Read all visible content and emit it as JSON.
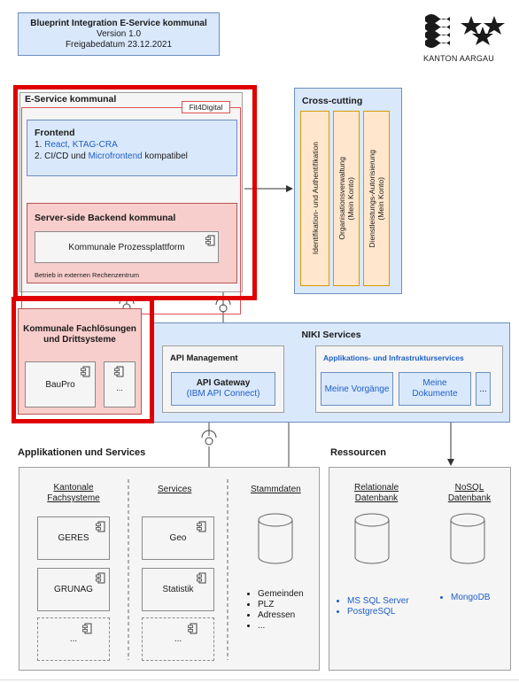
{
  "header": {
    "line1": "Blueprint Integration E-Service kommunal",
    "line2": "Version 1.0",
    "line3": "Freigabedatum 23.12.2021"
  },
  "logo": {
    "text": "KANTON AARGAU"
  },
  "eservice": {
    "title": "E-Service kommunal",
    "badge": "Fit4Digital",
    "frontend_title": "Frontend",
    "frontend_l1_prefix": "1. ",
    "frontend_l1_link": "React, KTAG-CRA",
    "frontend_l2_prefix": "2. CI/CD und ",
    "frontend_l2_link": "Microfrontend",
    "frontend_l2_suffix": " kompatibel",
    "backend_title": "Server-side Backend kommunal",
    "backend_component": "Kommunale Prozessplattform",
    "backend_note": "Betrieb in externen Rechenzentrum"
  },
  "crosscutting": {
    "title": "Cross-cutting",
    "items": [
      "Identifikation- und Authentifikation",
      "Organisationsverwaltung\n(Mein Konto)",
      "Dienstleistungs-Autorisierung\n(Mein Konto)"
    ]
  },
  "fachloesungen": {
    "title": "Kommunale Fachlösungen\nund Drittsysteme",
    "items": [
      "BauPro",
      "..."
    ]
  },
  "niki": {
    "title": "NIKI Services",
    "api_mgmt_title": "API Management",
    "gateway_title": "API Gateway",
    "gateway_sub": "(IBM API Connect)",
    "infra_title": "Applikations- und Infrastrukturservices",
    "infra_items": [
      "Meine Vorgänge",
      "Meine\nDokumente",
      "..."
    ]
  },
  "apps": {
    "section_title": "Applikationen und Services",
    "kantonale_title": "Kantonale\nFachsysteme",
    "kantonale_items": [
      "GERES",
      "GRUNAG",
      "..."
    ],
    "services_title": "Services",
    "services_items": [
      "Geo",
      "Statistik",
      "..."
    ],
    "stammdaten_title": "Stammdaten",
    "stammdaten_items": [
      "Gemeinden",
      "PLZ",
      "Adressen",
      "..."
    ]
  },
  "ressourcen": {
    "section_title": "Ressourcen",
    "relational_title": "Relationale\nDatenbank",
    "relational_items": [
      "MS SQL Server",
      "PostgreSQL"
    ],
    "nosql_title": "NoSQL\nDatenbank",
    "nosql_items": [
      "MongoDB"
    ]
  },
  "colors": {
    "highlight_frame": "#e00000",
    "panel_blue": "#dae8fc",
    "panel_red": "#f8cecc",
    "panel_orange": "#ffe6cc",
    "link_blue": "#1e5fc7"
  }
}
